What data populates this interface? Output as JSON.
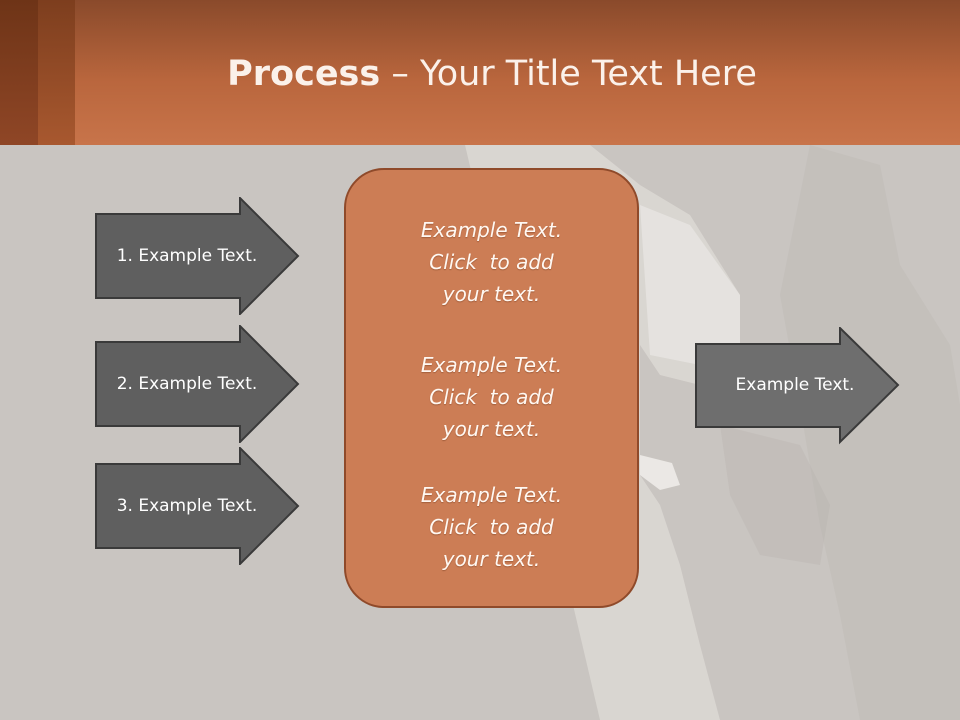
{
  "slide": {
    "title_bold": "Process",
    "title_rest": " – Your Title Text Here"
  },
  "left_arrows": [
    {
      "label": "1. Example Text."
    },
    {
      "label": "2. Example Text."
    },
    {
      "label": "3. Example Text."
    }
  ],
  "center_box": {
    "items": [
      {
        "line1": "Example Text.",
        "line2": "Click  to add",
        "line3": "your text."
      },
      {
        "line1": "Example Text.",
        "line2": "Click  to add",
        "line3": "your text."
      },
      {
        "line1": "Example Text.",
        "line2": "Click  to add",
        "line3": "your text."
      }
    ]
  },
  "right_arrow": {
    "label": "Example Text."
  },
  "colors": {
    "header": "#c8744a",
    "background": "#c9c5c1",
    "dark_arrow": "#5f5f5f",
    "light_arrow": "#6e6e6e",
    "center_fill": "#cc7d55",
    "center_border": "#8f4a2a"
  }
}
